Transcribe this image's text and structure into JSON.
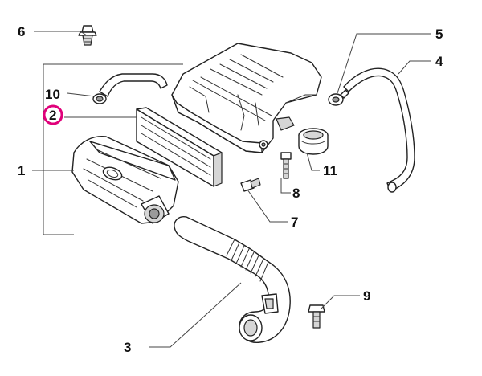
{
  "diagram": {
    "callouts": [
      {
        "key": "c1",
        "label": "1"
      },
      {
        "key": "c2",
        "label": "2",
        "highlighted": true
      },
      {
        "key": "c3",
        "label": "3"
      },
      {
        "key": "c4",
        "label": "4"
      },
      {
        "key": "c5",
        "label": "5"
      },
      {
        "key": "c6",
        "label": "6"
      },
      {
        "key": "c7",
        "label": "7"
      },
      {
        "key": "c8",
        "label": "8"
      },
      {
        "key": "c9",
        "label": "9"
      },
      {
        "key": "c10",
        "label": "10"
      },
      {
        "key": "c11",
        "label": "11"
      }
    ],
    "colors": {
      "highlight_ring": "#e0007a",
      "line": "#222222",
      "shade": "#d6d6d6"
    }
  }
}
